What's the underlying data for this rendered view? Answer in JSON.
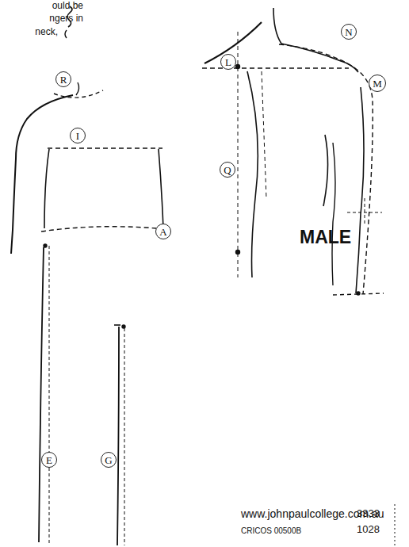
{
  "diagram": {
    "nodes": [
      {
        "text": [
          "R"
        ]
      },
      {
        "text": [
          "I"
        ]
      },
      {
        "text": [
          "A"
        ]
      },
      {
        "text": [
          "E"
        ]
      },
      {
        "text": [
          "G"
        ]
      },
      {
        "text": [
          "N"
        ]
      },
      {
        "text": [
          "L"
        ]
      },
      {
        "text": [
          "M"
        ]
      },
      {
        "text": [
          "Q"
        ]
      }
    ],
    "labels": [
      "ould be",
      "ngers in",
      "neck,",
      "MALE",
      "3333",
      "1028",
      "www.johnpaulcollege.com.au",
      "CRICOS 00500B"
    ]
  }
}
